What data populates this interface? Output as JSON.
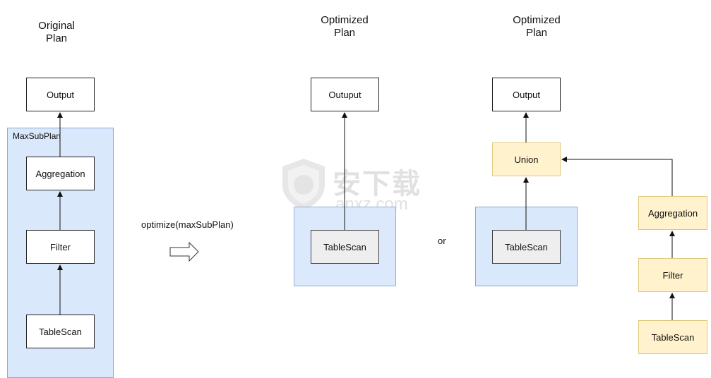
{
  "titles": {
    "original": "Original\nPlan",
    "optimized_1": "Optimized\nPlan",
    "optimized_2": "Optimized\nPlan"
  },
  "original_plan": {
    "region_label": "MaxSubPlan",
    "output": "Output",
    "aggregation": "Aggregation",
    "filter": "Filter",
    "tablescan": "TableScan"
  },
  "transition": {
    "label": "optimize(maxSubPlan)"
  },
  "optimized_plan_1": {
    "output": "Outuput",
    "tablescan": "TableScan"
  },
  "separator": {
    "label": "or"
  },
  "optimized_plan_2": {
    "output": "Output",
    "union": "Union",
    "tablescan": "TableScan",
    "aggregation": "Aggregation",
    "filter": "Filter",
    "tablescan_right": "TableScan"
  },
  "watermark": {
    "cn": "安下载",
    "en": "anxz.com"
  },
  "colors": {
    "region_fill": "#dae8fc",
    "highlight_fill": "#fff2cc",
    "scan_fill": "#eeeeee"
  }
}
